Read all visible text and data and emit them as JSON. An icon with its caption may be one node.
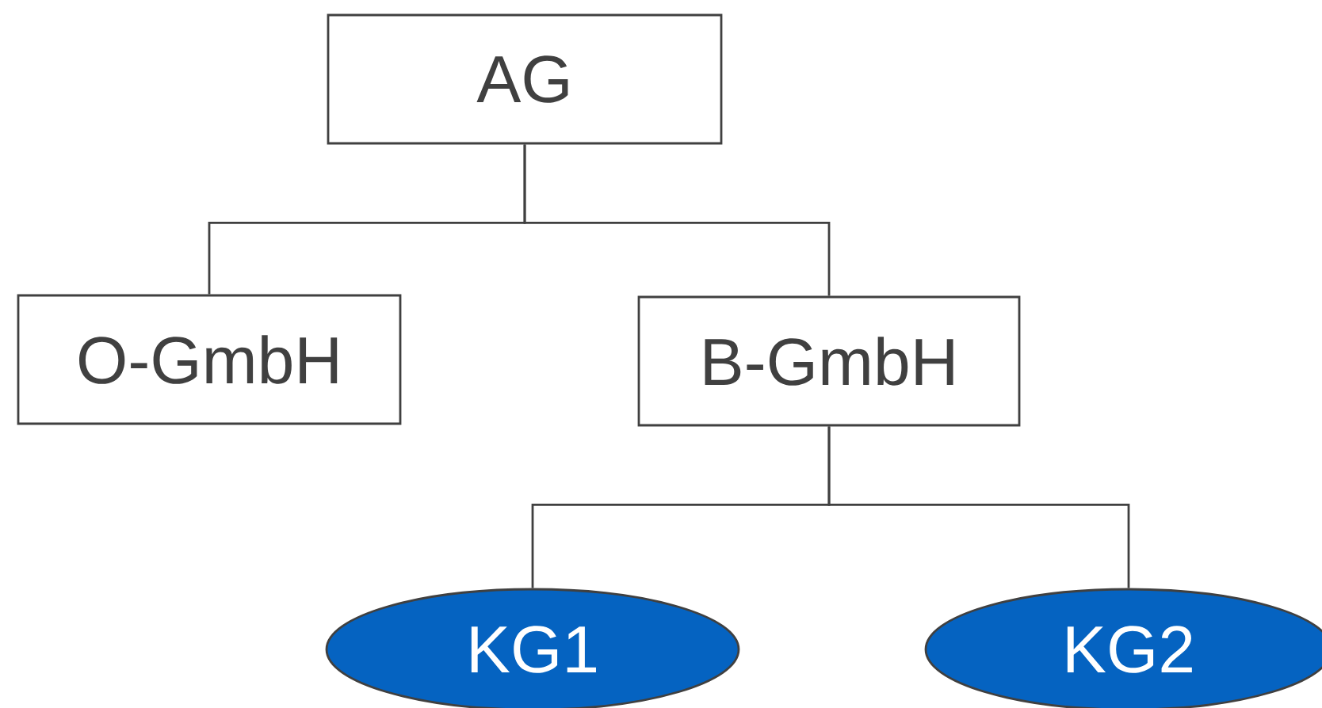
{
  "diagram": {
    "nodes": [
      {
        "text": [
          "AG"
        ]
      },
      {
        "text": [
          "O-GmbH"
        ]
      },
      {
        "text": [
          "B-GmbH"
        ]
      },
      {
        "text": [
          "KG1"
        ]
      },
      {
        "text": [
          "KG2"
        ]
      }
    ],
    "edges": [
      {
        "from": 0,
        "to": 1,
        "arrow": "none"
      },
      {
        "from": 0,
        "to": 2,
        "arrow": "none"
      },
      {
        "from": 2,
        "to": 3,
        "arrow": "none"
      },
      {
        "from": 2,
        "to": 4,
        "arrow": "none"
      }
    ]
  }
}
